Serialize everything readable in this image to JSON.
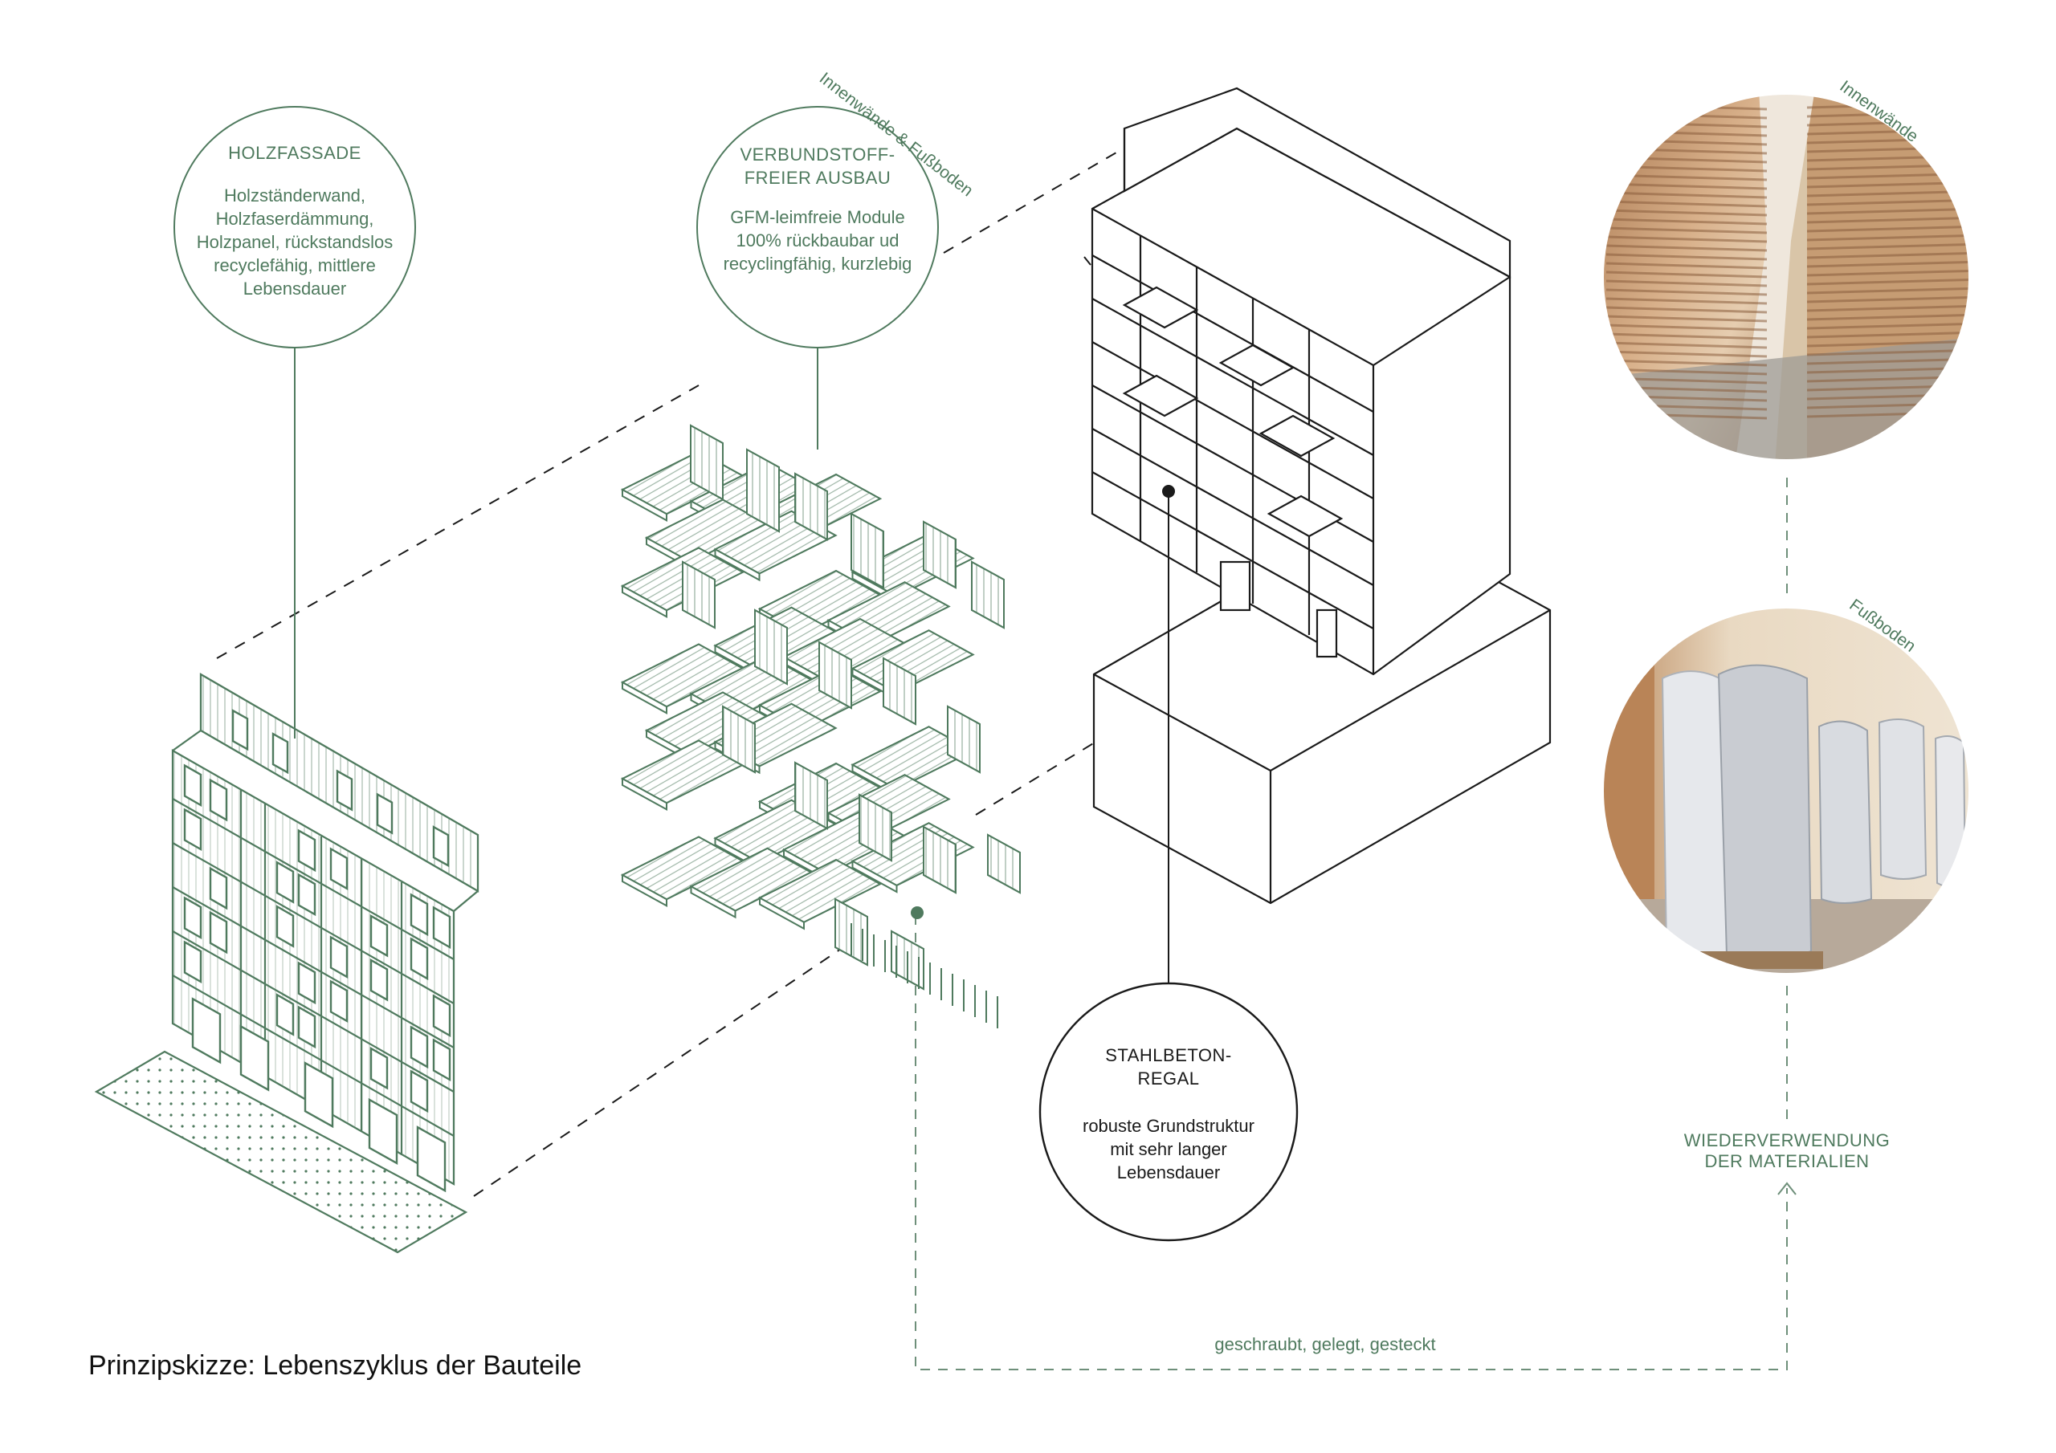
{
  "caption": "Prinzipskizze: Lebenszyklus der Bauteile",
  "callouts": {
    "facade": {
      "title": "HOLZFASSADE",
      "body": [
        "Holzständerwand,",
        "Holzfaserdämmung,",
        "Holzpanel, rückstandslos",
        "recyclefähig, mittlere",
        "Lebensdauer"
      ]
    },
    "interior": {
      "title": [
        "VERBUNDSTOFF-",
        "FREIER AUSBAU"
      ],
      "body": [
        "GFM-leimfreie Module",
        "100% rückbaubar ud",
        "recyclingfähig, kurzlebig"
      ],
      "arc_label": "Innenwände & Fußboden"
    },
    "structure": {
      "title": [
        "STAHLBETON-",
        "REGAL"
      ],
      "body": [
        "robuste Grundstruktur",
        "mit sehr langer",
        "Lebensdauer"
      ]
    }
  },
  "photos": {
    "walls_label": "Innenwände",
    "floor_label": "Fußboden"
  },
  "reuse_label": [
    "WIEDERVERWENDUNG",
    "DER MATERIALIEN"
  ],
  "joint_label": "geschraubt, gelegt, gesteckt",
  "colors": {
    "accent": "#4f7a5e",
    "line": "#1a1a1a",
    "wood": "#c9a37c",
    "bag": "#d8dadf"
  }
}
